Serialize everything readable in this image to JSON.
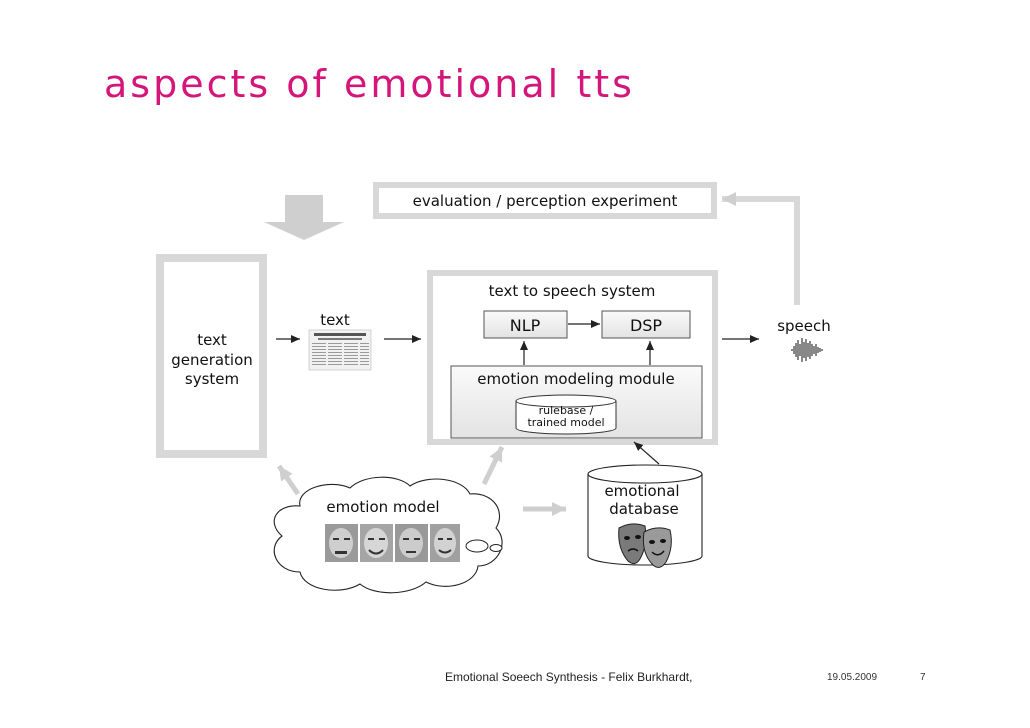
{
  "slide": {
    "title": "aspects of emotional tts"
  },
  "diagram": {
    "evaluation_box": "evaluation / perception experiment",
    "tts_system_title": "text to speech system",
    "nlp": "NLP",
    "dsp": "DSP",
    "emotion_module": "emotion modeling module",
    "rulebase_line1": "rulebase /",
    "rulebase_line2": "trained model",
    "text_gen_line1": "text",
    "text_gen_line2": "generation",
    "text_gen_line3": "system",
    "text_label": "text",
    "speech_label": "speech",
    "emotion_model": "emotion model",
    "emotional_db_line1": "emotional",
    "emotional_db_line2": "database"
  },
  "footer": {
    "center": "Emotional Soeech Synthesis - Felix Burkhardt,",
    "date": "19.05.2009",
    "page": "7"
  },
  "colors": {
    "title": "#d4157a",
    "frame_gray": "#d8d8d8",
    "arrow_gray": "#cfcfcf",
    "box_fill": "#ededed"
  }
}
